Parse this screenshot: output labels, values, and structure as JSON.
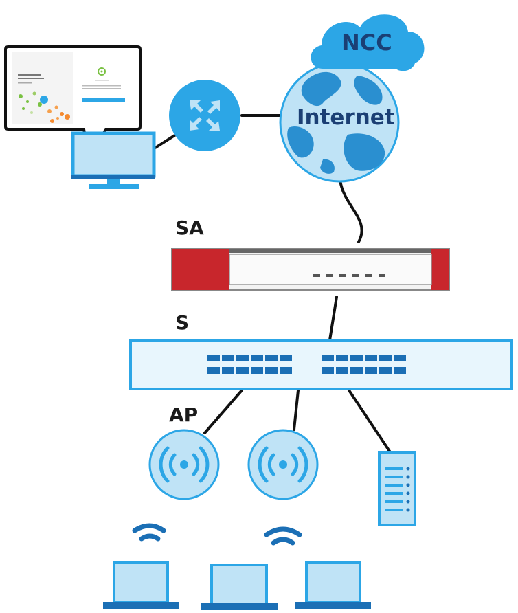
{
  "labels": {
    "ncc": "NCC",
    "internet": "Internet",
    "sa": "SA",
    "s": "S",
    "ap": "AP"
  },
  "colors": {
    "device_blue": "#2ca6e6",
    "device_light_blue": "#bfe3f6",
    "dark_blue": "#1b6fb5",
    "globe_land": "#2a8fd0",
    "globe_sea": "#bfe3f6",
    "firewall_red": "#c8262c",
    "switch_fill": "#e8f6fd",
    "cloud_blue": "#2ca6e6",
    "line": "#111111"
  },
  "icons": {
    "cloud": "ncc-cloud-icon",
    "globe": "internet-globe-icon",
    "router": "router-icon",
    "monitor": "desktop-monitor-icon",
    "firewall": "security-appliance-icon",
    "switch": "switch-icon",
    "access_point": "access-point-icon",
    "server": "server-icon",
    "wifi": "wifi-signal-icon",
    "laptop": "laptop-icon"
  }
}
